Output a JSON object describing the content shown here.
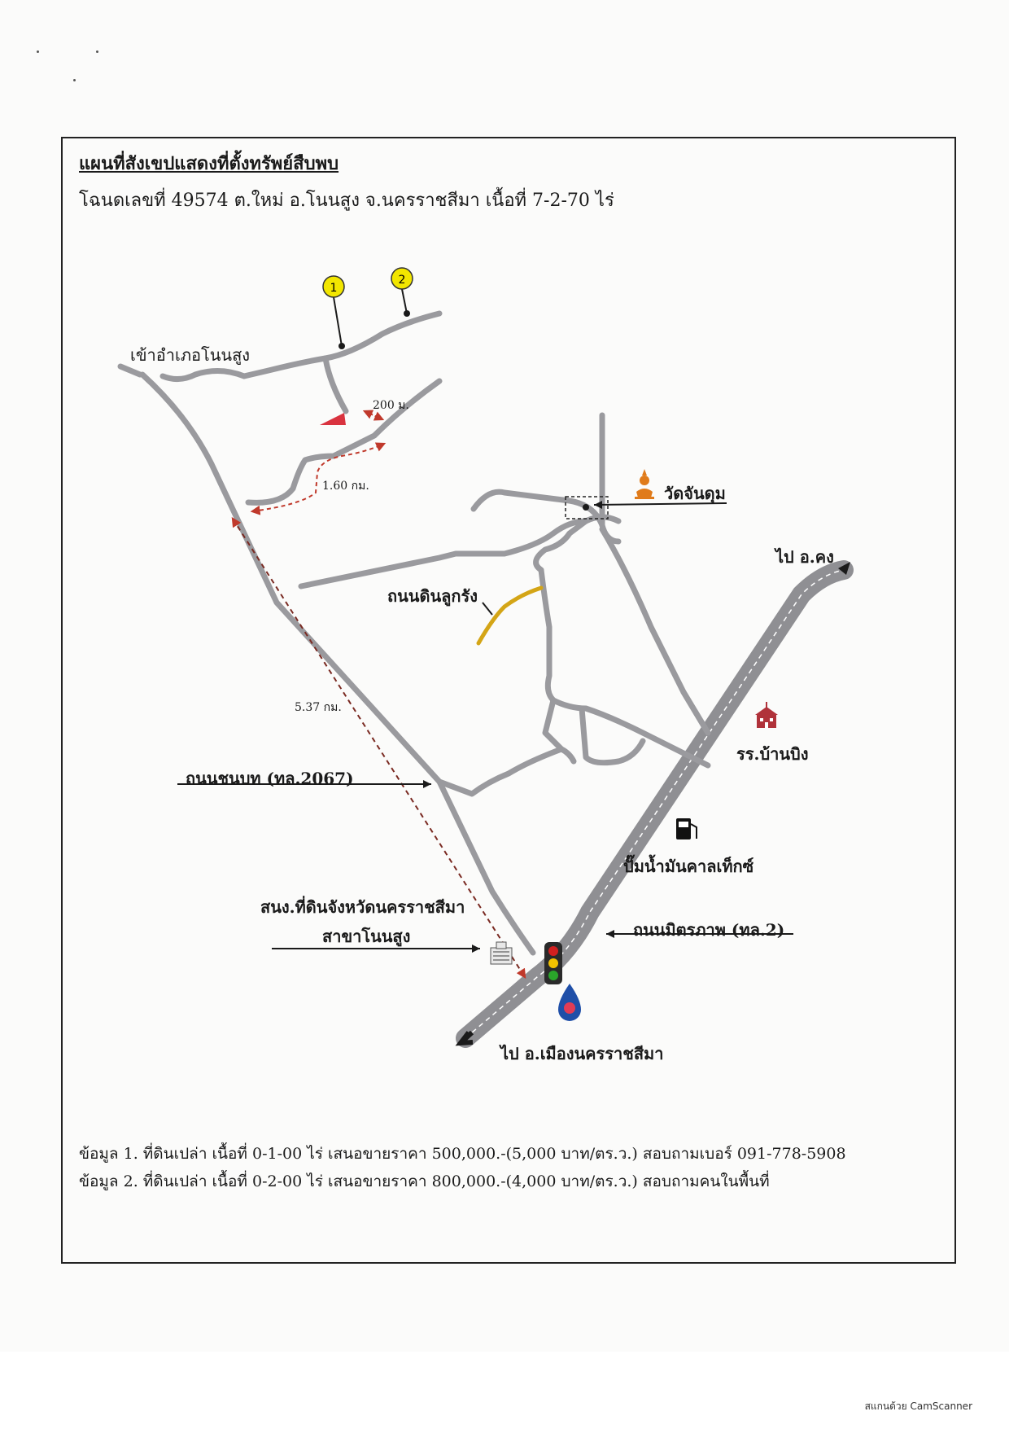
{
  "title": "แผนที่สังเขปแสดงที่ตั้งทรัพย์สืบพบ",
  "subtitle": "โฉนดเลขที่ 49574 ต.ใหม่ อ.โนนสูง จ.นครราชสีมา เนื้อที่ 7-2-70 ไร่",
  "markers": {
    "m1": "1",
    "m2": "2"
  },
  "labels": {
    "to_nonsung": "เข้าอำเภอโนนสูง",
    "dist_200": "200 ม.",
    "dist_160": "1.60 กม.",
    "dist_537": "5.37 กม.",
    "temple": "วัดจันดุม",
    "to_kong": "ไป อ.คง",
    "laterite_road": "ถนนดินลูกรัง",
    "school": "รร.บ้านบิง",
    "rural_road": "ถนนชนบท (ทล.2067)",
    "gas_station": "ปั๊มน้ำมันคาลเท็กซ์",
    "land_office_1": "สนง.ที่ดินจังหวัดนครราชสีมา",
    "land_office_2": "สาขาโนนสูง",
    "mittraphap_road": "ถนนมิตรภาพ (ทล.2)",
    "to_mueang": "ไป อ.เมืองนครราชสีมา"
  },
  "info": {
    "line1": "ข้อมูล 1. ที่ดินเปล่า เนื้อที่ 0-1-00 ไร่ เสนอขายราคา 500,000.-(5,000 บาท/ตร.ว.) สอบถามเบอร์ 091-778-5908",
    "line2": "ข้อมูล 2. ที่ดินเปล่า เนื้อที่ 0-2-00 ไร่ เสนอขายราคา 800,000.-(4,000 บาท/ตร.ว.) สอบถามคนในพื้นที่"
  },
  "watermark": "สแกนด้วย CamScanner",
  "colors": {
    "road": "#9a9a9e",
    "highway": "#8f8f93",
    "marker_yellow": "#f2e600",
    "plot_red": "#d9333f",
    "dist_arrow": "#c0392b",
    "laterite": "#d4a516",
    "temple": "#e07b1a",
    "school": "#b0323a"
  },
  "icons": [
    "buddha-icon",
    "school-icon",
    "fuel-pump-icon",
    "traffic-light-icon",
    "ptt-logo-icon",
    "government-office-icon"
  ]
}
